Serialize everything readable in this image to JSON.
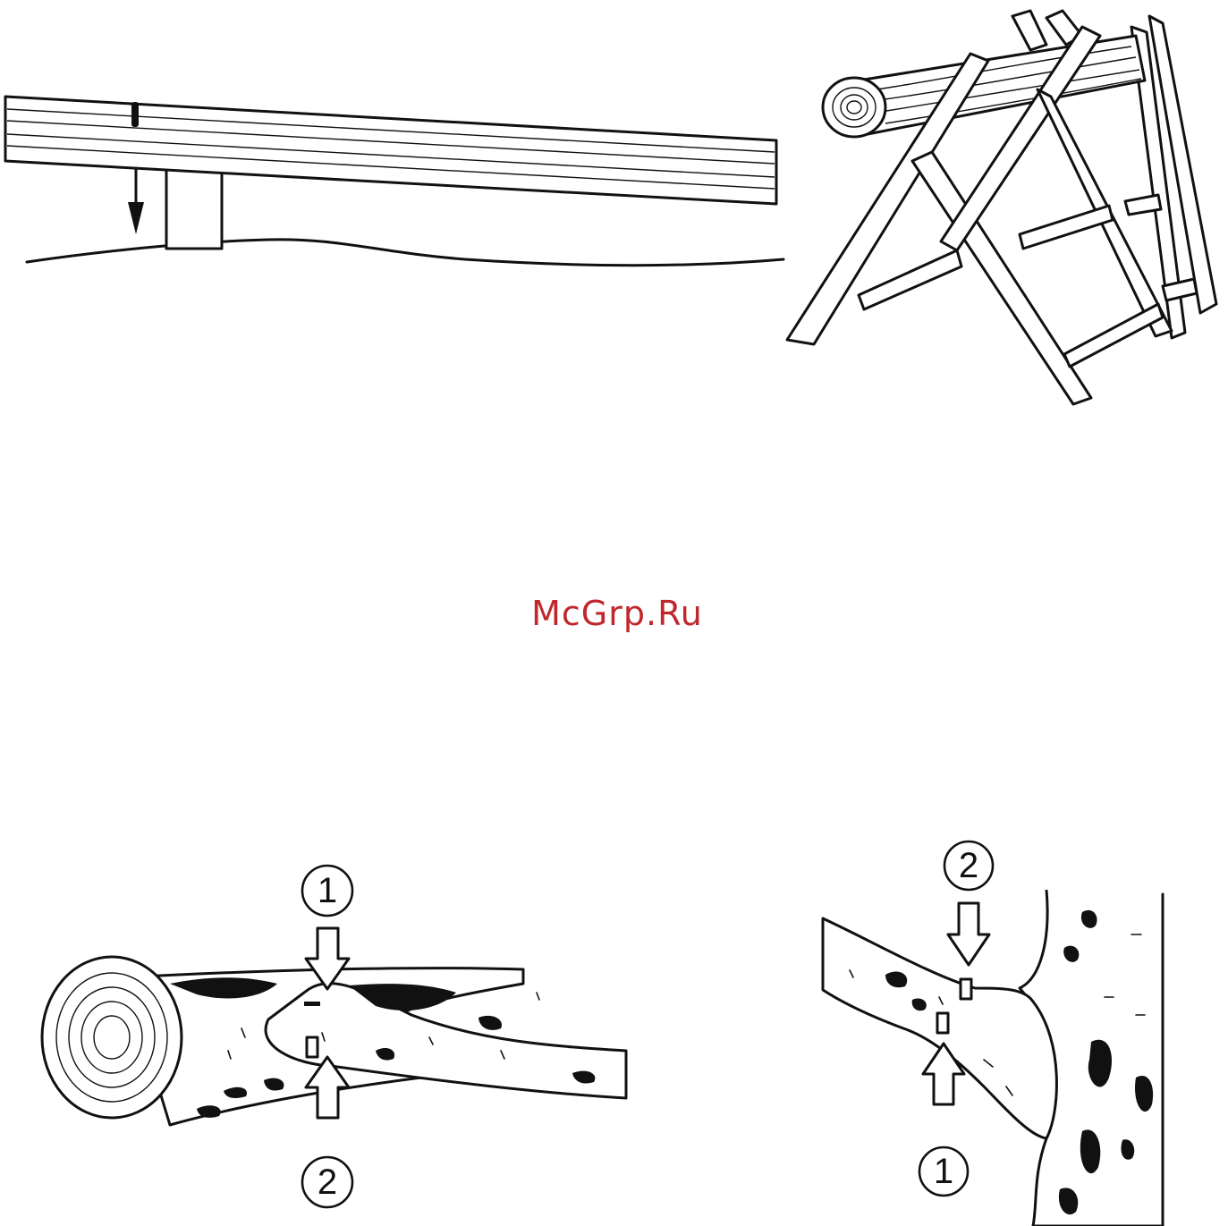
{
  "watermark": {
    "text": "McGrp.Ru",
    "color": "#c0272d"
  },
  "figures": {
    "log_cut_labels": {
      "top": "1",
      "bottom": "2"
    },
    "branch_cut_labels": {
      "top": "2",
      "bottom": "1"
    }
  },
  "colors": {
    "ink": "#111111",
    "paper": "#ffffff"
  }
}
